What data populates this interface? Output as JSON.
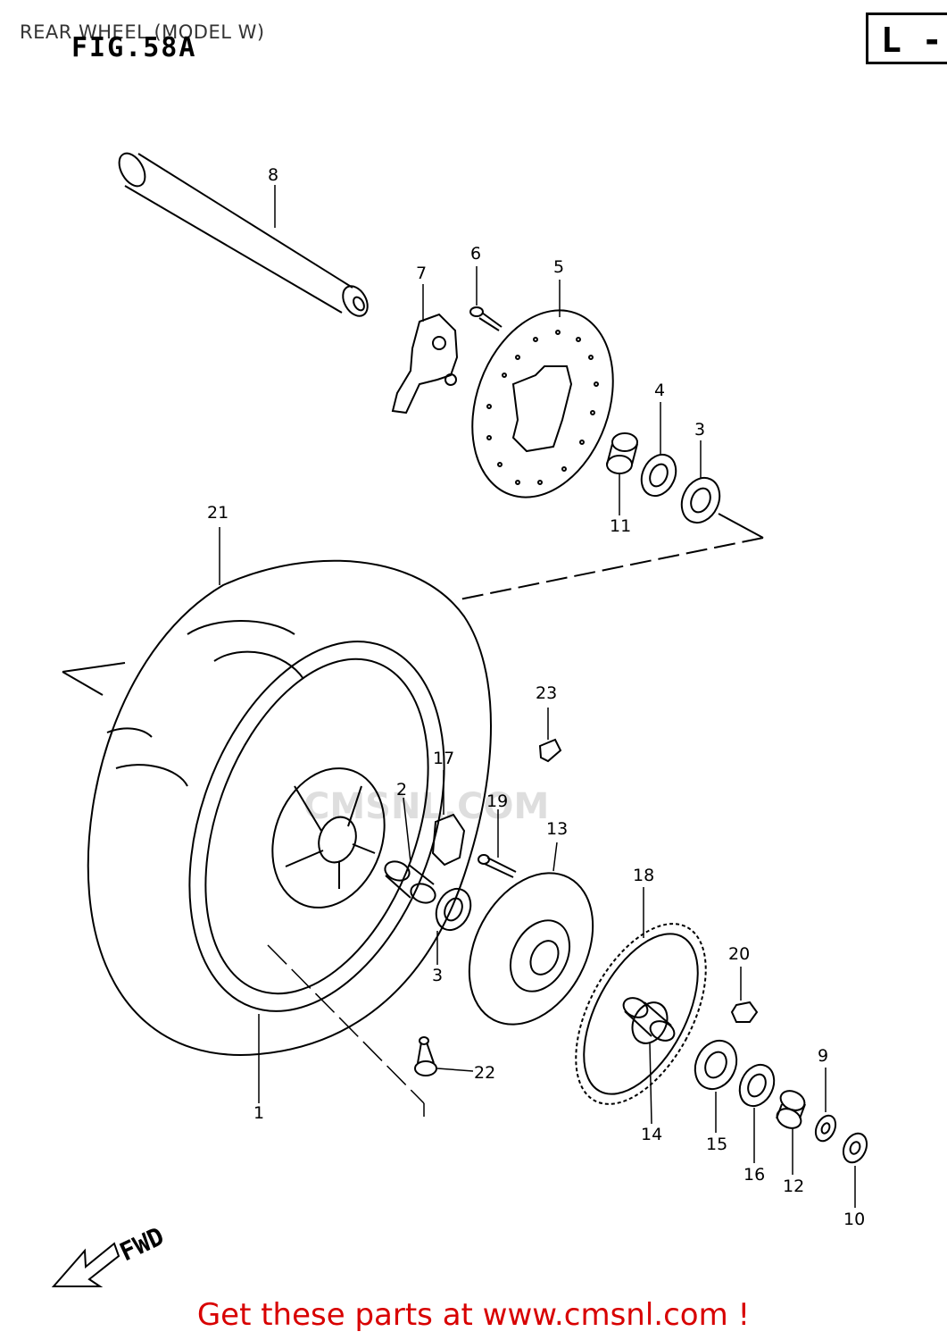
{
  "caption": "REAR WHEEL (MODEL W)",
  "figure_title": "FIG.58A",
  "section_code": "L -",
  "direction_label": "FWD",
  "watermark": "CMSNL.COM",
  "footer": "Get these parts at www.cmsnl.com !",
  "callouts": {
    "c1": "1",
    "c2": "2",
    "c3a": "3",
    "c3b": "3",
    "c4": "4",
    "c5": "5",
    "c6": "6",
    "c7": "7",
    "c8": "8",
    "c9": "9",
    "c10": "10",
    "c11": "11",
    "c12": "12",
    "c13": "13",
    "c14": "14",
    "c15": "15",
    "c16": "16",
    "c17": "17",
    "c18": "18",
    "c19": "19",
    "c20": "20",
    "c21": "21",
    "c22": "22",
    "c23": "23"
  },
  "colors": {
    "line": "#000000",
    "footer": "#d80000",
    "watermark": "#a0a0a0"
  }
}
